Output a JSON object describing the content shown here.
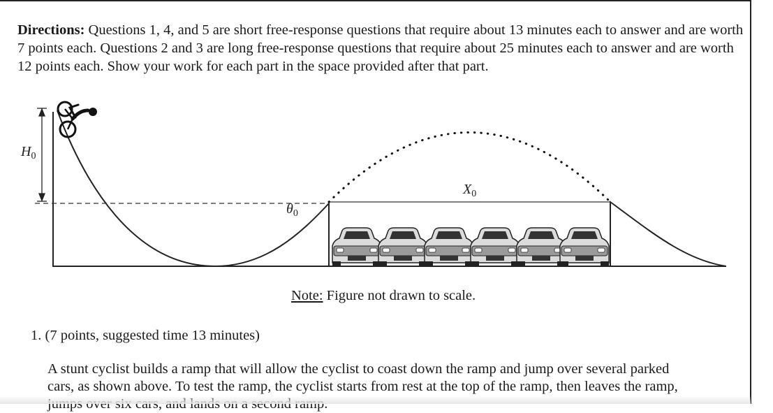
{
  "directions": {
    "label": "Directions:",
    "text": " Questions 1, 4, and 5 are short free-response questions that require about 13 minutes each to answer and are worth 7 points each.  Questions 2 and 3 are long free-response questions that require about 25 minutes each to answer and are worth 12 points each.  Show your work for each part in the space provided after that part."
  },
  "figure": {
    "height_label": "H",
    "height_subscript": "0",
    "angle_label": "θ",
    "angle_subscript": "0",
    "distance_label": "X",
    "distance_subscript": "0",
    "car_count": 6
  },
  "note": {
    "label": "Note:",
    "text": " Figure not drawn to scale."
  },
  "question": {
    "header": "1.  (7 points, suggested time 13 minutes)",
    "lines": [
      "A stunt cyclist builds a ramp that will allow the cyclist to coast down the ramp and jump over several parked",
      "cars, as shown above. To test the ramp, the cyclist starts from rest at the top of the ramp, then leaves the ramp,",
      "jumps over six cars, and lands on a second ramp."
    ]
  }
}
